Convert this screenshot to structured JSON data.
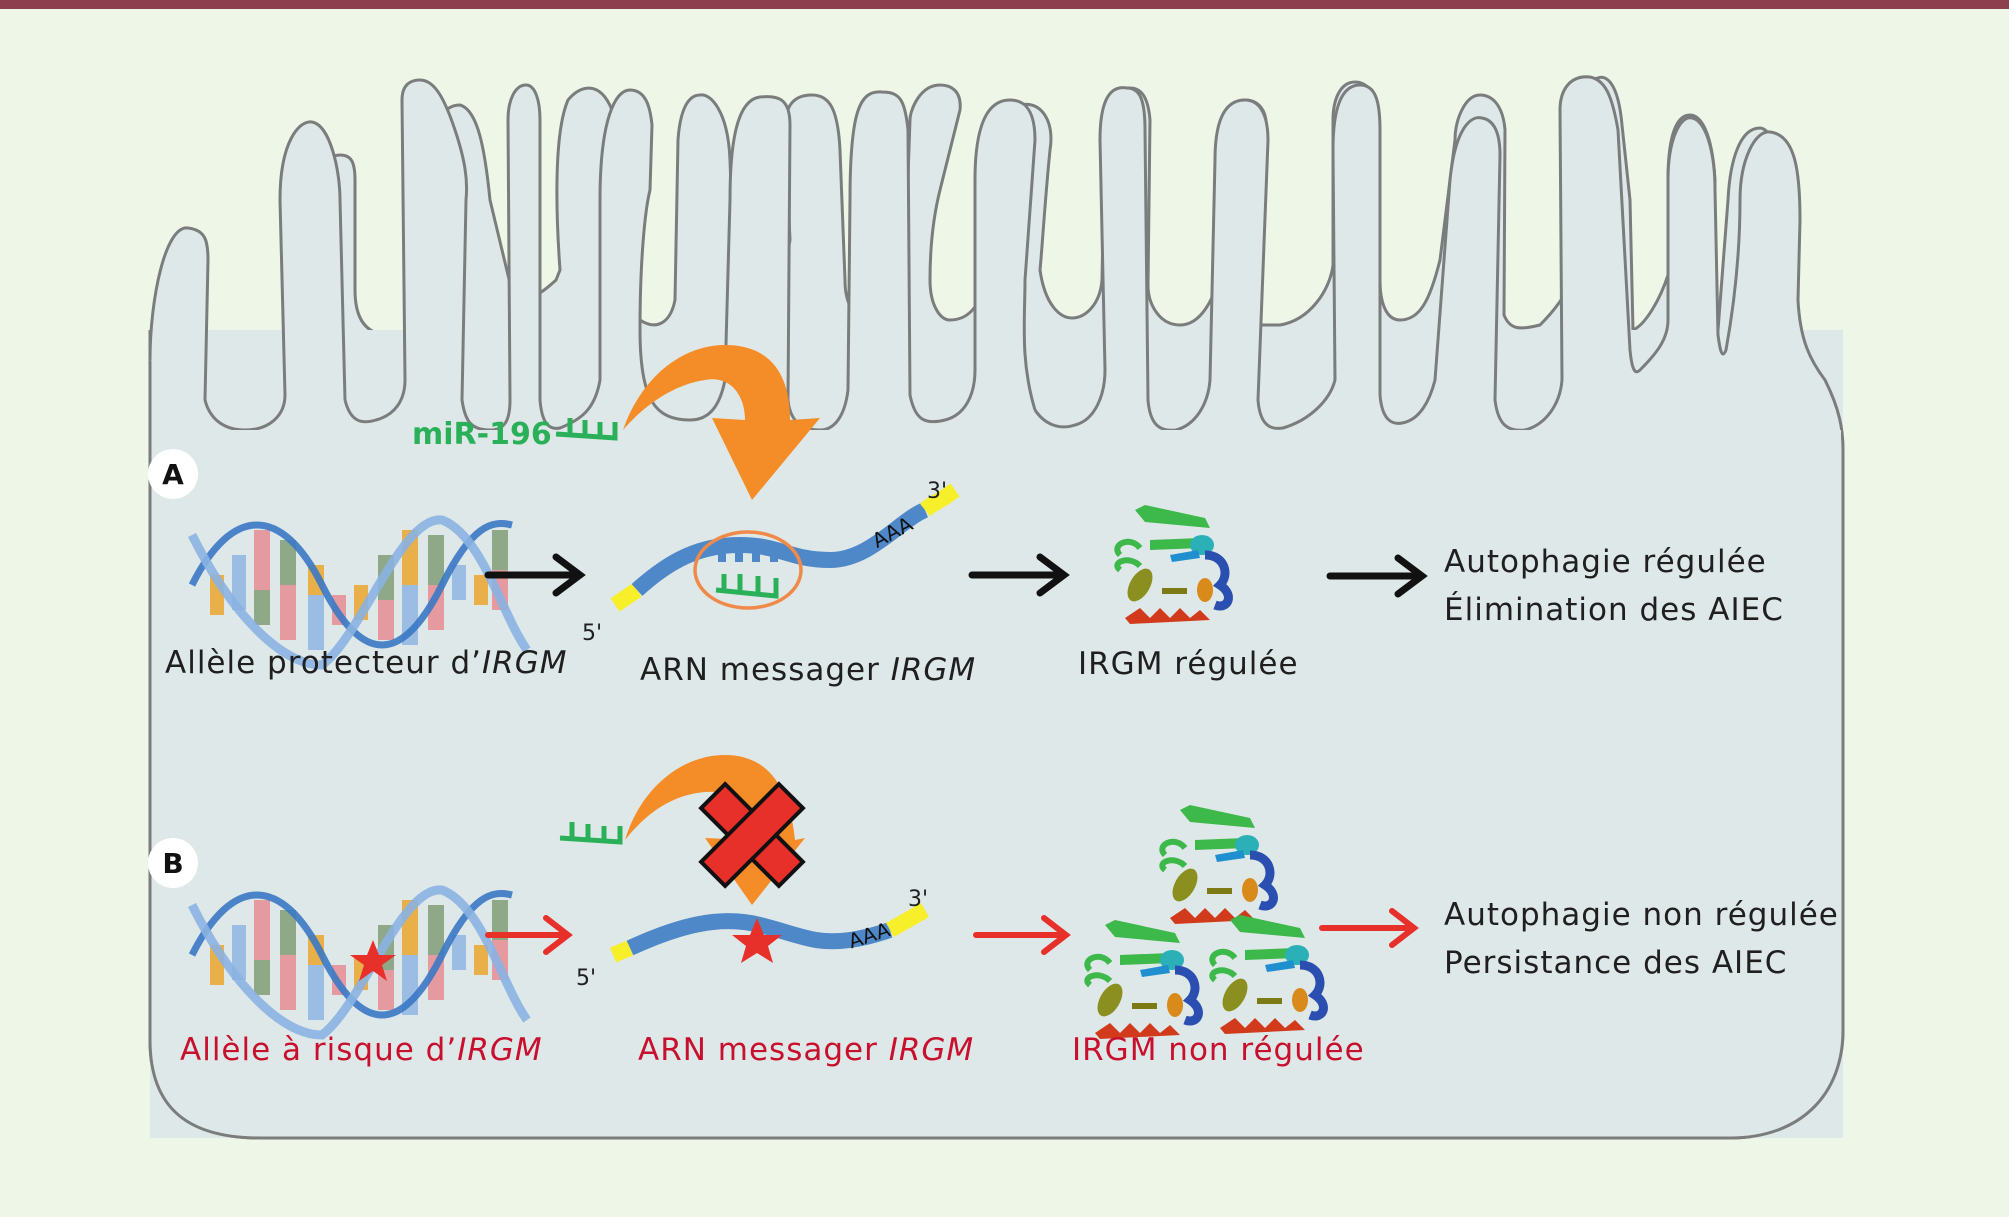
{
  "figure": {
    "header_bar_color": "#8e3f4d",
    "background_color": "#eef6e8",
    "cell_fill_color": "#dfe8e8",
    "cell_outline_color": "#7b7d7d"
  },
  "mirna": {
    "label": "miR-196",
    "color": "#2bb05a"
  },
  "panel_a": {
    "badge": "A",
    "arrow_color": "#111111",
    "dna_label_prefix": "Allèle protecteur d’",
    "dna_label_gene": "IRGM",
    "mrna_label_prefix": "ARN messager ",
    "mrna_label_gene": "IRGM",
    "mrna_five_prime": "5'",
    "mrna_three_prime": "3'",
    "mrna_polya": "AAA",
    "protein_label": "IRGM régulée",
    "outcome_line1": "Autophagie régulée",
    "outcome_line2": "Élimination des AIEC",
    "mirna_binding": "bound"
  },
  "panel_b": {
    "badge": "B",
    "arrow_color": "#e8302a",
    "dna_label_prefix": "Allèle à risque d’",
    "dna_label_gene": "IRGM",
    "mrna_label_prefix": "ARN messager ",
    "mrna_label_gene": "IRGM",
    "mrna_five_prime": "5'",
    "mrna_three_prime": "3'",
    "mrna_polya": "AAA",
    "protein_label": "IRGM non régulée",
    "protein_count": 3,
    "outcome_line1": "Autophagie non régulée",
    "outcome_line2": "Persistance des AIEC",
    "mirna_binding": "blocked",
    "label_color": "#c8102e"
  },
  "colors": {
    "orange_arrow": "#f48d27",
    "mrna_body": "#4f88c9",
    "mrna_end": "#f7ef2a",
    "binding_circle": "#ef8a4a",
    "mutation_star": "#e8302a",
    "block_cross": "#e8302a"
  }
}
